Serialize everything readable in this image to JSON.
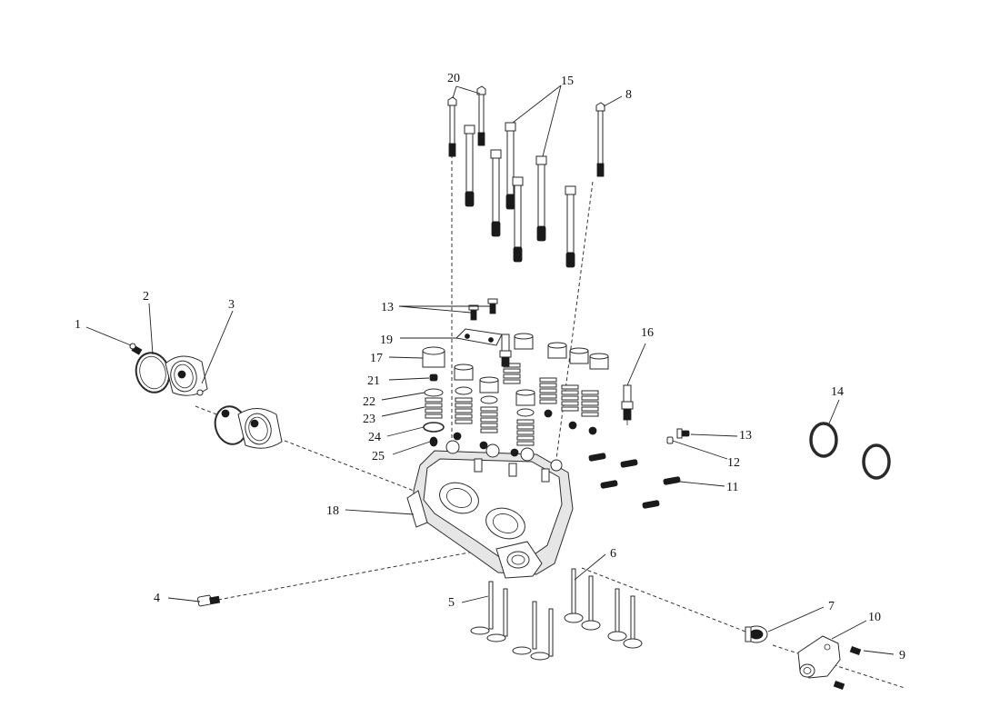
{
  "callouts": [
    {
      "id": "1",
      "text": "1"
    },
    {
      "id": "2",
      "text": "2"
    },
    {
      "id": "3",
      "text": "3"
    },
    {
      "id": "4",
      "text": "4"
    },
    {
      "id": "5",
      "text": "5"
    },
    {
      "id": "6",
      "text": "6"
    },
    {
      "id": "7",
      "text": "7"
    },
    {
      "id": "8",
      "text": "8"
    },
    {
      "id": "9",
      "text": "9"
    },
    {
      "id": "10",
      "text": "10"
    },
    {
      "id": "11",
      "text": "11"
    },
    {
      "id": "12",
      "text": "12"
    },
    {
      "id": "13a",
      "text": "13"
    },
    {
      "id": "13b",
      "text": "13"
    },
    {
      "id": "14",
      "text": "14"
    },
    {
      "id": "15",
      "text": "15"
    },
    {
      "id": "16",
      "text": "16"
    },
    {
      "id": "17",
      "text": "17"
    },
    {
      "id": "18",
      "text": "18"
    },
    {
      "id": "19",
      "text": "19"
    },
    {
      "id": "20",
      "text": "20"
    },
    {
      "id": "21",
      "text": "21"
    },
    {
      "id": "22",
      "text": "22"
    },
    {
      "id": "23",
      "text": "23"
    },
    {
      "id": "24",
      "text": "24"
    },
    {
      "id": "25",
      "text": "25"
    }
  ]
}
